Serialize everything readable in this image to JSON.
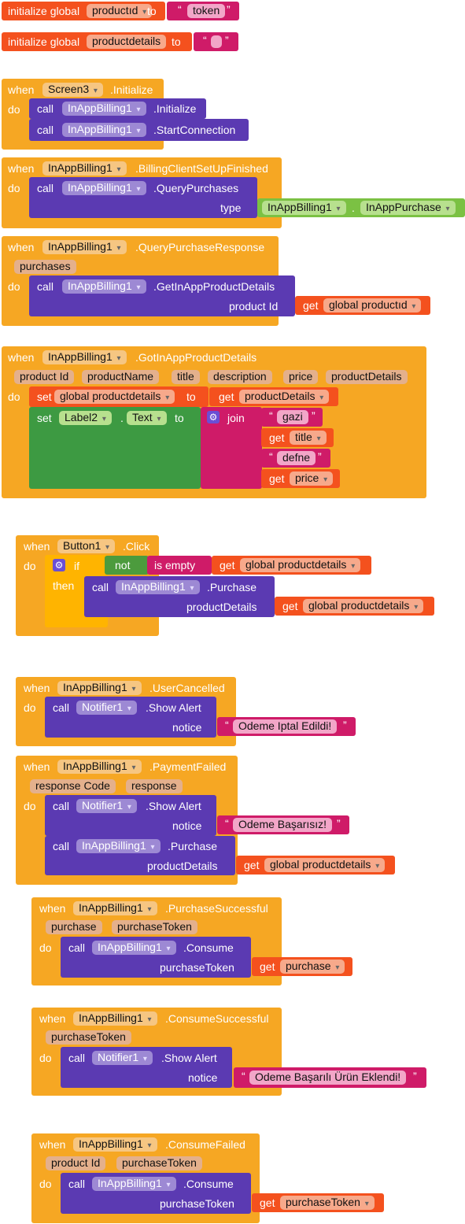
{
  "labels": {
    "initialize_global": "initialize global",
    "to": "to",
    "when": "when",
    "do": "do",
    "call": "call",
    "type": "type",
    "get": "get",
    "set": "set",
    "join": "join",
    "if": "if",
    "then": "then",
    "not": "not",
    "is_empty": "is empty",
    "dot": "."
  },
  "globals": [
    {
      "name": "productıd",
      "value": "token"
    },
    {
      "name": "productdetails",
      "value": ""
    }
  ],
  "screen3_init": {
    "component": "Screen3",
    "event": ".Initialize",
    "calls": [
      {
        "component": "InAppBilling1",
        "method": ".Initialize"
      },
      {
        "component": "InAppBilling1",
        "method": ".StartConnection"
      }
    ]
  },
  "billing_setup": {
    "component": "InAppBilling1",
    "event": ".BillingClientSetUpFinished",
    "call_component": "InAppBilling1",
    "call_method": ".QueryPurchases",
    "type_component": "InAppBilling1",
    "type_value": "InAppPurchase"
  },
  "query_response": {
    "component": "InAppBilling1",
    "event": ".QueryPurchaseResponse",
    "params": [
      "purchases"
    ],
    "call_component": "InAppBilling1",
    "call_method": ".GetInAppProductDetails",
    "arg_label": "product Id",
    "arg_get": "global productıd"
  },
  "got_details": {
    "component": "InAppBilling1",
    "event": ".GotInAppProductDetails",
    "params": [
      "product Id",
      "productName",
      "title",
      "description",
      "price",
      "productDetails"
    ],
    "set1_var": "global productdetails",
    "set1_get": "productDetails",
    "set2_component": "Label2",
    "set2_prop": "Text",
    "join_items": [
      "gazi",
      "title",
      "defne",
      "price"
    ]
  },
  "button_click": {
    "component": "Button1",
    "event": ".Click",
    "cond_get": "global productdetails",
    "call_component": "InAppBilling1",
    "call_method": ".Purchase",
    "arg_label": "productDetails",
    "arg_get": "global productdetails"
  },
  "user_cancelled": {
    "component": "InAppBilling1",
    "event": ".UserCancelled",
    "call_component": "Notifier1",
    "call_method": ".Show Alert",
    "arg_label": "notice",
    "arg_text": "Odeme Iptal Edildi!"
  },
  "payment_failed": {
    "component": "InAppBilling1",
    "event": ".PaymentFailed",
    "params": [
      "response Code",
      "response"
    ],
    "call1_component": "Notifier1",
    "call1_method": ".Show Alert",
    "arg1_label": "notice",
    "arg1_text": "Odeme Başarısız!",
    "call2_component": "InAppBilling1",
    "call2_method": ".Purchase",
    "arg2_label": "productDetails",
    "arg2_get": "global productdetails"
  },
  "purchase_successful": {
    "component": "InAppBilling1",
    "event": ".PurchaseSuccessful",
    "params": [
      "purchase",
      "purchaseToken"
    ],
    "call_component": "InAppBilling1",
    "call_method": ".Consume",
    "arg_label": "purchaseToken",
    "arg_get": "purchase"
  },
  "consume_successful": {
    "component": "InAppBilling1",
    "event": ".ConsumeSuccessful",
    "params": [
      "purchaseToken"
    ],
    "call_component": "Notifier1",
    "call_method": ".Show Alert",
    "arg_label": "notice",
    "arg_text": "Odeme Başarılı Ürün Eklendi!"
  },
  "consume_failed": {
    "component": "InAppBilling1",
    "event": ".ConsumeFailed",
    "params": [
      "product Id",
      "purchaseToken"
    ],
    "call_component": "InAppBilling1",
    "call_method": ".Consume",
    "arg_label": "purchaseToken",
    "arg_get": "purchaseToken"
  },
  "colors": {
    "event": "#f6a723",
    "procedure": "#5b3ab2",
    "variable": "#f4511e",
    "text": "#cf1b68",
    "logic": "#4c9b3d",
    "component_value": "#7bc143",
    "control": "#ffb400"
  }
}
